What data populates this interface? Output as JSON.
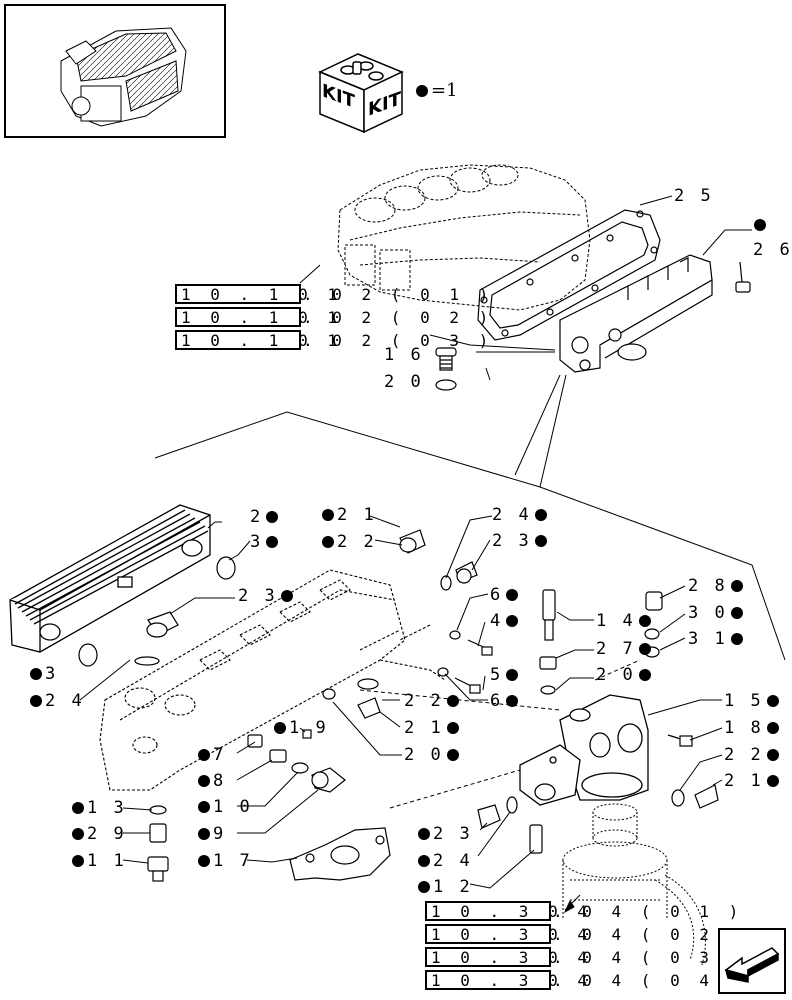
{
  "kit_legend": {
    "equals": "=",
    "quantity": "1"
  },
  "kit_box": {
    "label_left": "KIT",
    "label_right": "KIT"
  },
  "top_refs": [
    {
      "code": "1 0 . 1 0 1",
      "suffix": ". 0 2 ( 0 1 )"
    },
    {
      "code": "1 0 . 1 0 1",
      "suffix": ". 0 2 ( 0 2 )"
    },
    {
      "code": "1 0 . 1 0 1",
      "suffix": ". 0 2 ( 0 3 )"
    }
  ],
  "bottom_refs": [
    {
      "code": "1 0 . 3 0 4",
      "suffix": ". 0 4 ( 0 1 )"
    },
    {
      "code": "1 0 . 3 0 4",
      "suffix": ". 0 4 ( 0 2 )"
    },
    {
      "code": "1 0 . 3 0 4",
      "suffix": ". 0 4 ( 0 3 )"
    },
    {
      "code": "1 0 . 3 0 4",
      "suffix": ". 0 4 ( 0 4 )"
    }
  ],
  "callouts": {
    "p25": "2 5",
    "p26": "2 6",
    "p16": "1 6",
    "p20top": "2 0",
    "p2": "2",
    "p3a": "3",
    "p3b": "3",
    "p24a": "2 4",
    "p23a": "2 3",
    "p21a": "2 1",
    "p22a": "2 2",
    "p24b": "2 4",
    "p23b": "2 3",
    "p6a": "6",
    "p4": "4",
    "p5": "5",
    "p6b": "6",
    "p14": "1 4",
    "p27": "2 7",
    "p20b": "2 0",
    "p28": "2 8",
    "p30": "3 0",
    "p31": "3 1",
    "p15": "1 5",
    "p18": "1 8",
    "p22b": "2 2",
    "p21b": "2 1",
    "p22c": "2 2",
    "p21c": "2 1",
    "p20c": "2 0",
    "p19": "1 9",
    "p7": "7",
    "p8": "8",
    "p10": "1 0",
    "p9": "9",
    "p17": "1 7",
    "p13": "1 3",
    "p29": "2 9",
    "p11": "1 1",
    "p23c": "2 3",
    "p24c": "2 4",
    "p12": "1 2"
  }
}
